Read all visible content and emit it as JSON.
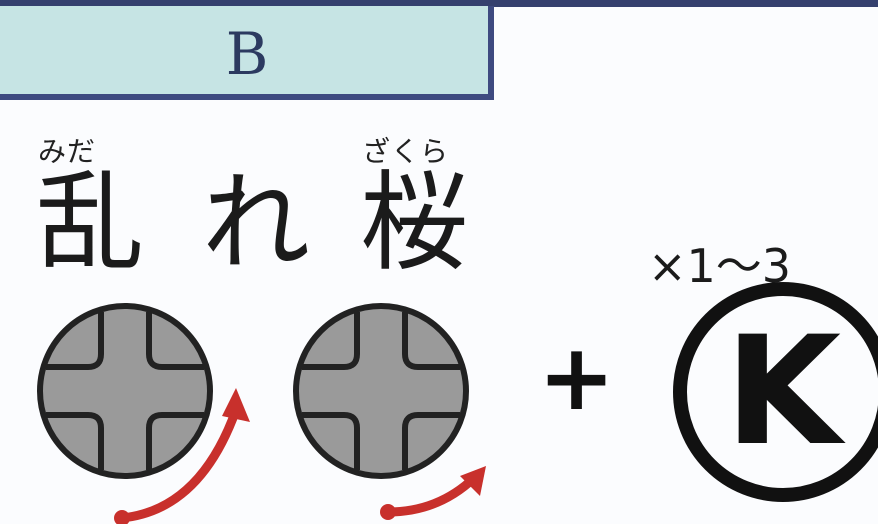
{
  "header": {
    "label": "B"
  },
  "move": {
    "ruby_left": "みだ",
    "ruby_right": "ざくら",
    "name_chars": [
      "乱",
      "れ",
      "桜"
    ]
  },
  "input": {
    "multiplier": "×1〜3",
    "plus": "+",
    "button_label": "K"
  },
  "colors": {
    "header_bg": "#c6e4e4",
    "header_border": "#3e4a80",
    "dpad_fill": "#9a9a9a",
    "arrow": "#c8302c"
  },
  "icons": [
    "dpad-icon",
    "dpad-icon",
    "rotate-arrow-icon",
    "rotate-arrow-icon",
    "k-button-icon"
  ]
}
